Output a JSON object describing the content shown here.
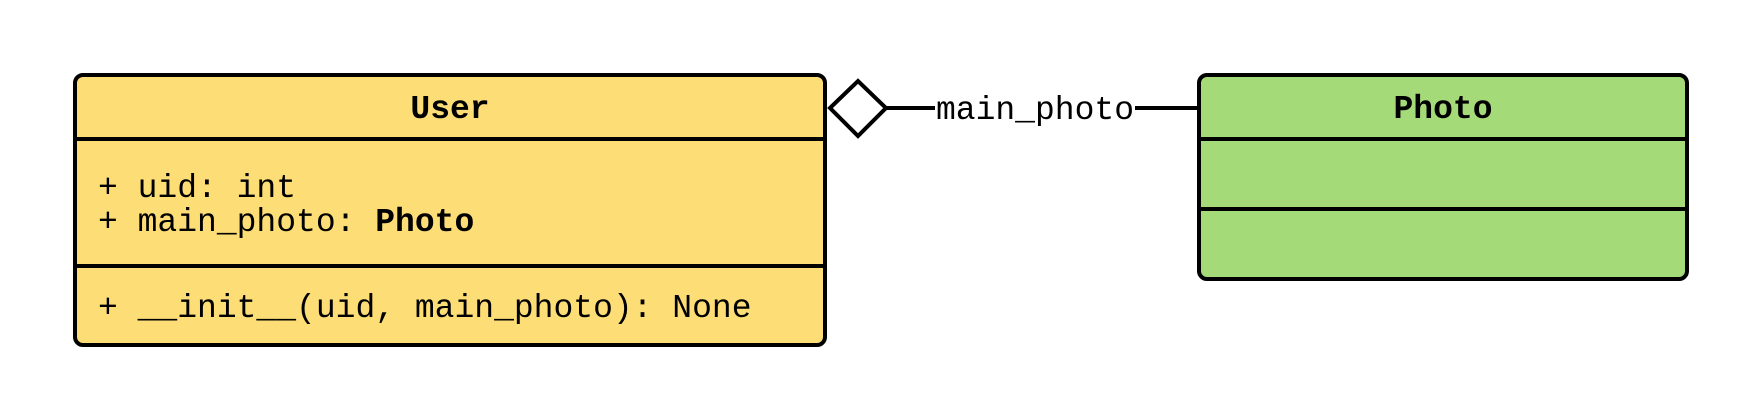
{
  "colors": {
    "user_fill": "#FDDD76",
    "photo_fill": "#A5DA78",
    "stroke": "#000000"
  },
  "classes": [
    {
      "name": "User",
      "attributes": [
        {
          "prefix": "+ uid: ",
          "type": "int"
        },
        {
          "prefix": "+ main_photo: ",
          "type": "Photo"
        }
      ],
      "methods": [
        "+ __init__(uid, main_photo): None"
      ]
    },
    {
      "name": "Photo",
      "attributes": [],
      "methods": []
    }
  ],
  "relationship": {
    "type": "aggregation",
    "label": "main_photo",
    "from": "User",
    "to": "Photo"
  }
}
